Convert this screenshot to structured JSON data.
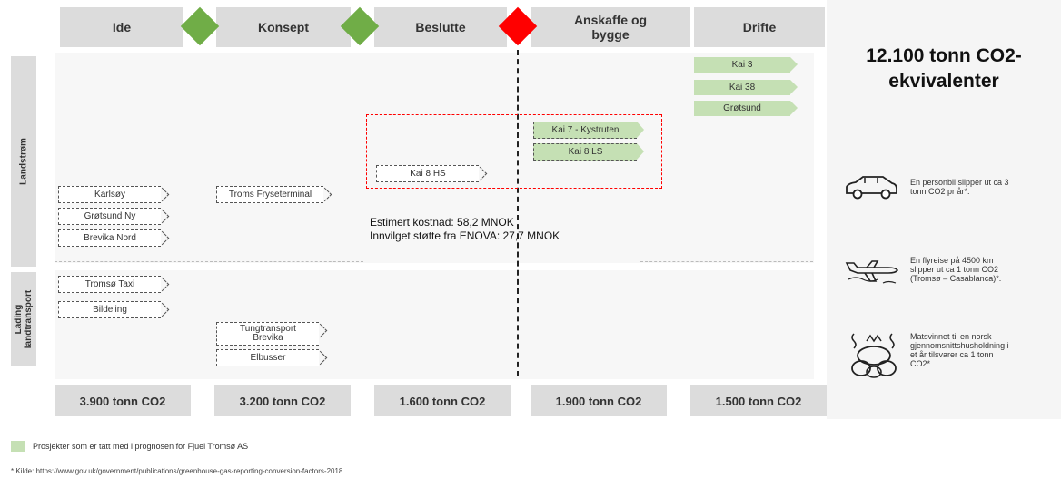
{
  "phases": [
    "Ide",
    "Konsept",
    "Beslutte",
    "Anskaffe og bygge",
    "Drifte"
  ],
  "gate_colors": [
    "#70ad47",
    "#70ad47",
    "#ff0000"
  ],
  "row_labels": {
    "landstrom": "Landstrøm",
    "lading": "Lading landtransport"
  },
  "projects": {
    "kai3": "Kai 3",
    "kai38": "Kai 38",
    "grotsund": "Grøtsund",
    "kai7": "Kai 7 - Kystruten",
    "kai8ls": "Kai 8 LS",
    "kai8hs": "Kai 8 HS",
    "karlsoy": "Karlsøy",
    "grotsund_ny": "Grøtsund Ny",
    "brevika_nord": "Brevika Nord",
    "troms_fryseterminal": "Troms Fryseterminal",
    "tromso_taxi": "Tromsø Taxi",
    "bildeling": "Bildeling",
    "tungtransport_1": "Tungtransport",
    "tungtransport_2": "Brevika",
    "elbusser": "Elbusser"
  },
  "cost_note": {
    "line1": "Estimert kostnad: 58,2 MNOK",
    "line2": "Innvilget støtte fra ENOVA: 27,7 MNOK"
  },
  "totals": [
    "3.900 tonn CO2",
    "3.200 tonn CO2",
    "1.600 tonn CO2",
    "1.900 tonn CO2",
    "1.500 tonn CO2"
  ],
  "headline": {
    "line1": "12.100 tonn CO2-",
    "line2": "ekvivalenter"
  },
  "comparisons": {
    "car": [
      "En personbil slipper ut ca 3",
      "tonn CO2 pr år*."
    ],
    "plane": [
      "En flyreise på 4500 km",
      "slipper ut ca 1 tonn CO2",
      "(Tromsø – Casablanca)*."
    ],
    "food": [
      "Matsvinnet til en norsk",
      "gjennomsnittshusholdning i",
      "et år tilsvarer ca 1 tonn",
      "CO2*."
    ]
  },
  "legend_text": "Prosjekter som er tatt med i prognosen for Fjuel Tromsø AS",
  "footnote": "* Kilde: https://www.gov.uk/government/publications/greenhouse-gas-reporting-conversion-factors-2018",
  "colors": {
    "green_project": "#c5e0b4",
    "phase_bg": "#dcdcdc",
    "red_box": "#ff0000"
  }
}
